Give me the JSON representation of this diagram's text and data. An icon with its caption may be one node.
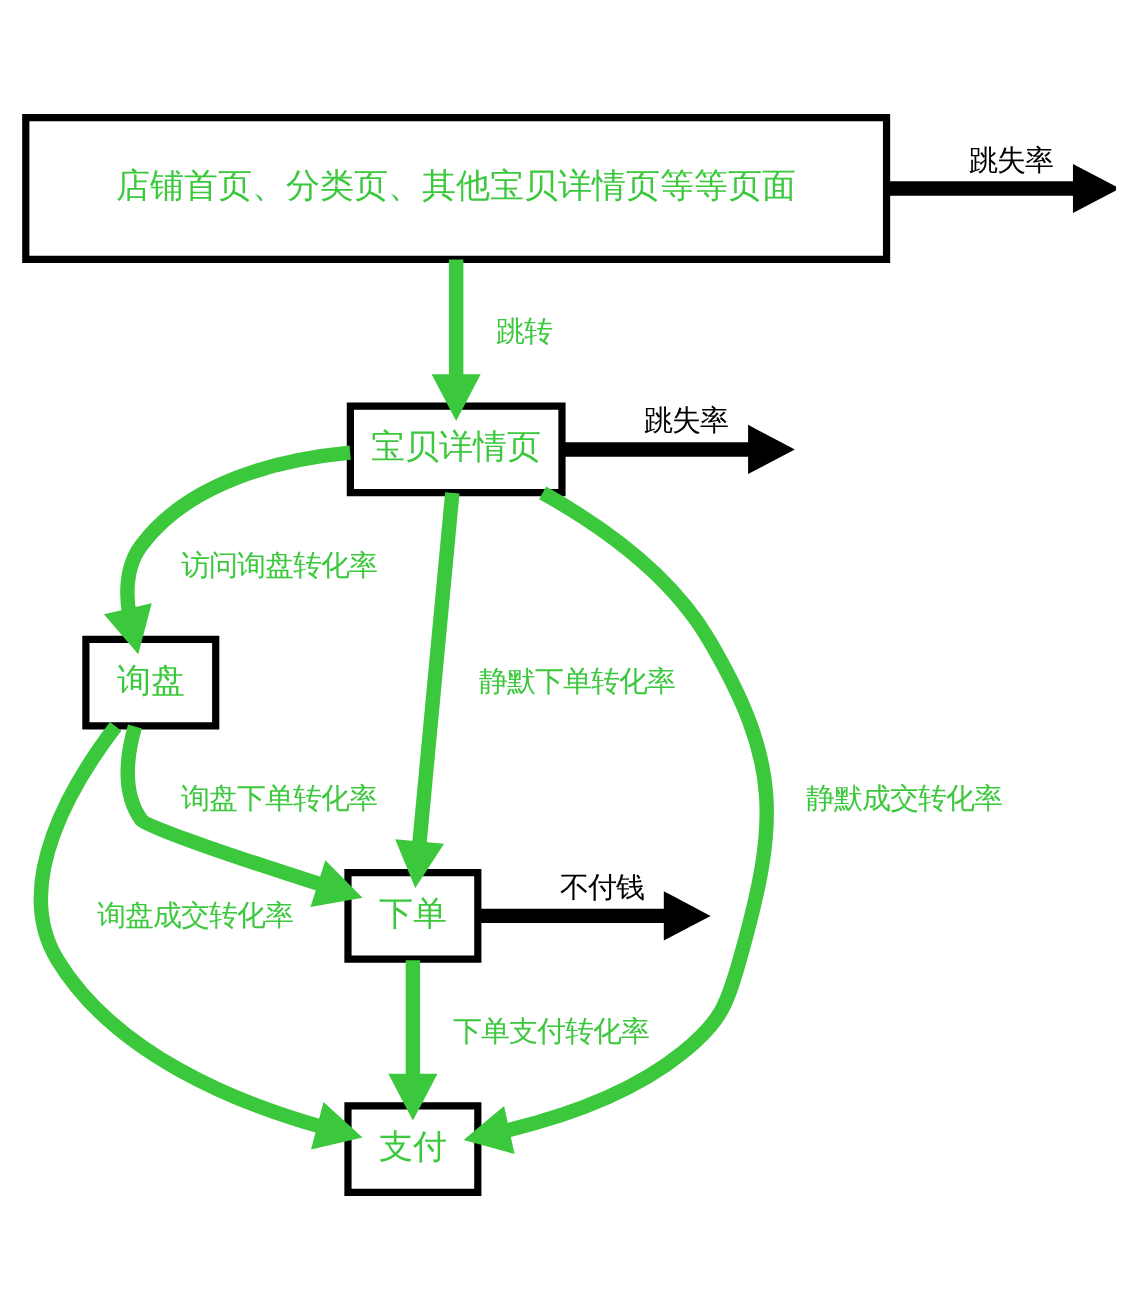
{
  "diagram": {
    "nodes": [
      {
        "text": [
          "店铺首页、分类页、其他宝贝详情页等等页面"
        ]
      },
      {
        "text": [
          "宝贝详情页"
        ]
      },
      {
        "text": [
          "询盘"
        ]
      },
      {
        "text": [
          "下单"
        ]
      },
      {
        "text": [
          "支付"
        ]
      }
    ],
    "edges": [
      {
        "from": 0,
        "to": 1,
        "arrow": "to",
        "label": "跳转"
      },
      {
        "from": 0,
        "to": null,
        "arrow": "to",
        "label": "跳失率",
        "color": "#000000"
      },
      {
        "from": 1,
        "to": null,
        "arrow": "to",
        "label": "跳失率",
        "color": "#000000"
      },
      {
        "from": 1,
        "to": 2,
        "arrow": "to",
        "label": "访问询盘转化率"
      },
      {
        "from": 1,
        "to": 3,
        "arrow": "to",
        "label": "静默下单转化率"
      },
      {
        "from": 1,
        "to": 4,
        "arrow": "to",
        "label": "静默成交转化率"
      },
      {
        "from": 2,
        "to": 3,
        "arrow": "to",
        "label": "询盘下单转化率"
      },
      {
        "from": 2,
        "to": 4,
        "arrow": "to",
        "label": "询盘成交转化率"
      },
      {
        "from": 3,
        "to": null,
        "arrow": "to",
        "label": "不付钱",
        "color": "#000000"
      },
      {
        "from": 3,
        "to": 4,
        "arrow": "to",
        "label": "下单支付转化率"
      }
    ]
  }
}
